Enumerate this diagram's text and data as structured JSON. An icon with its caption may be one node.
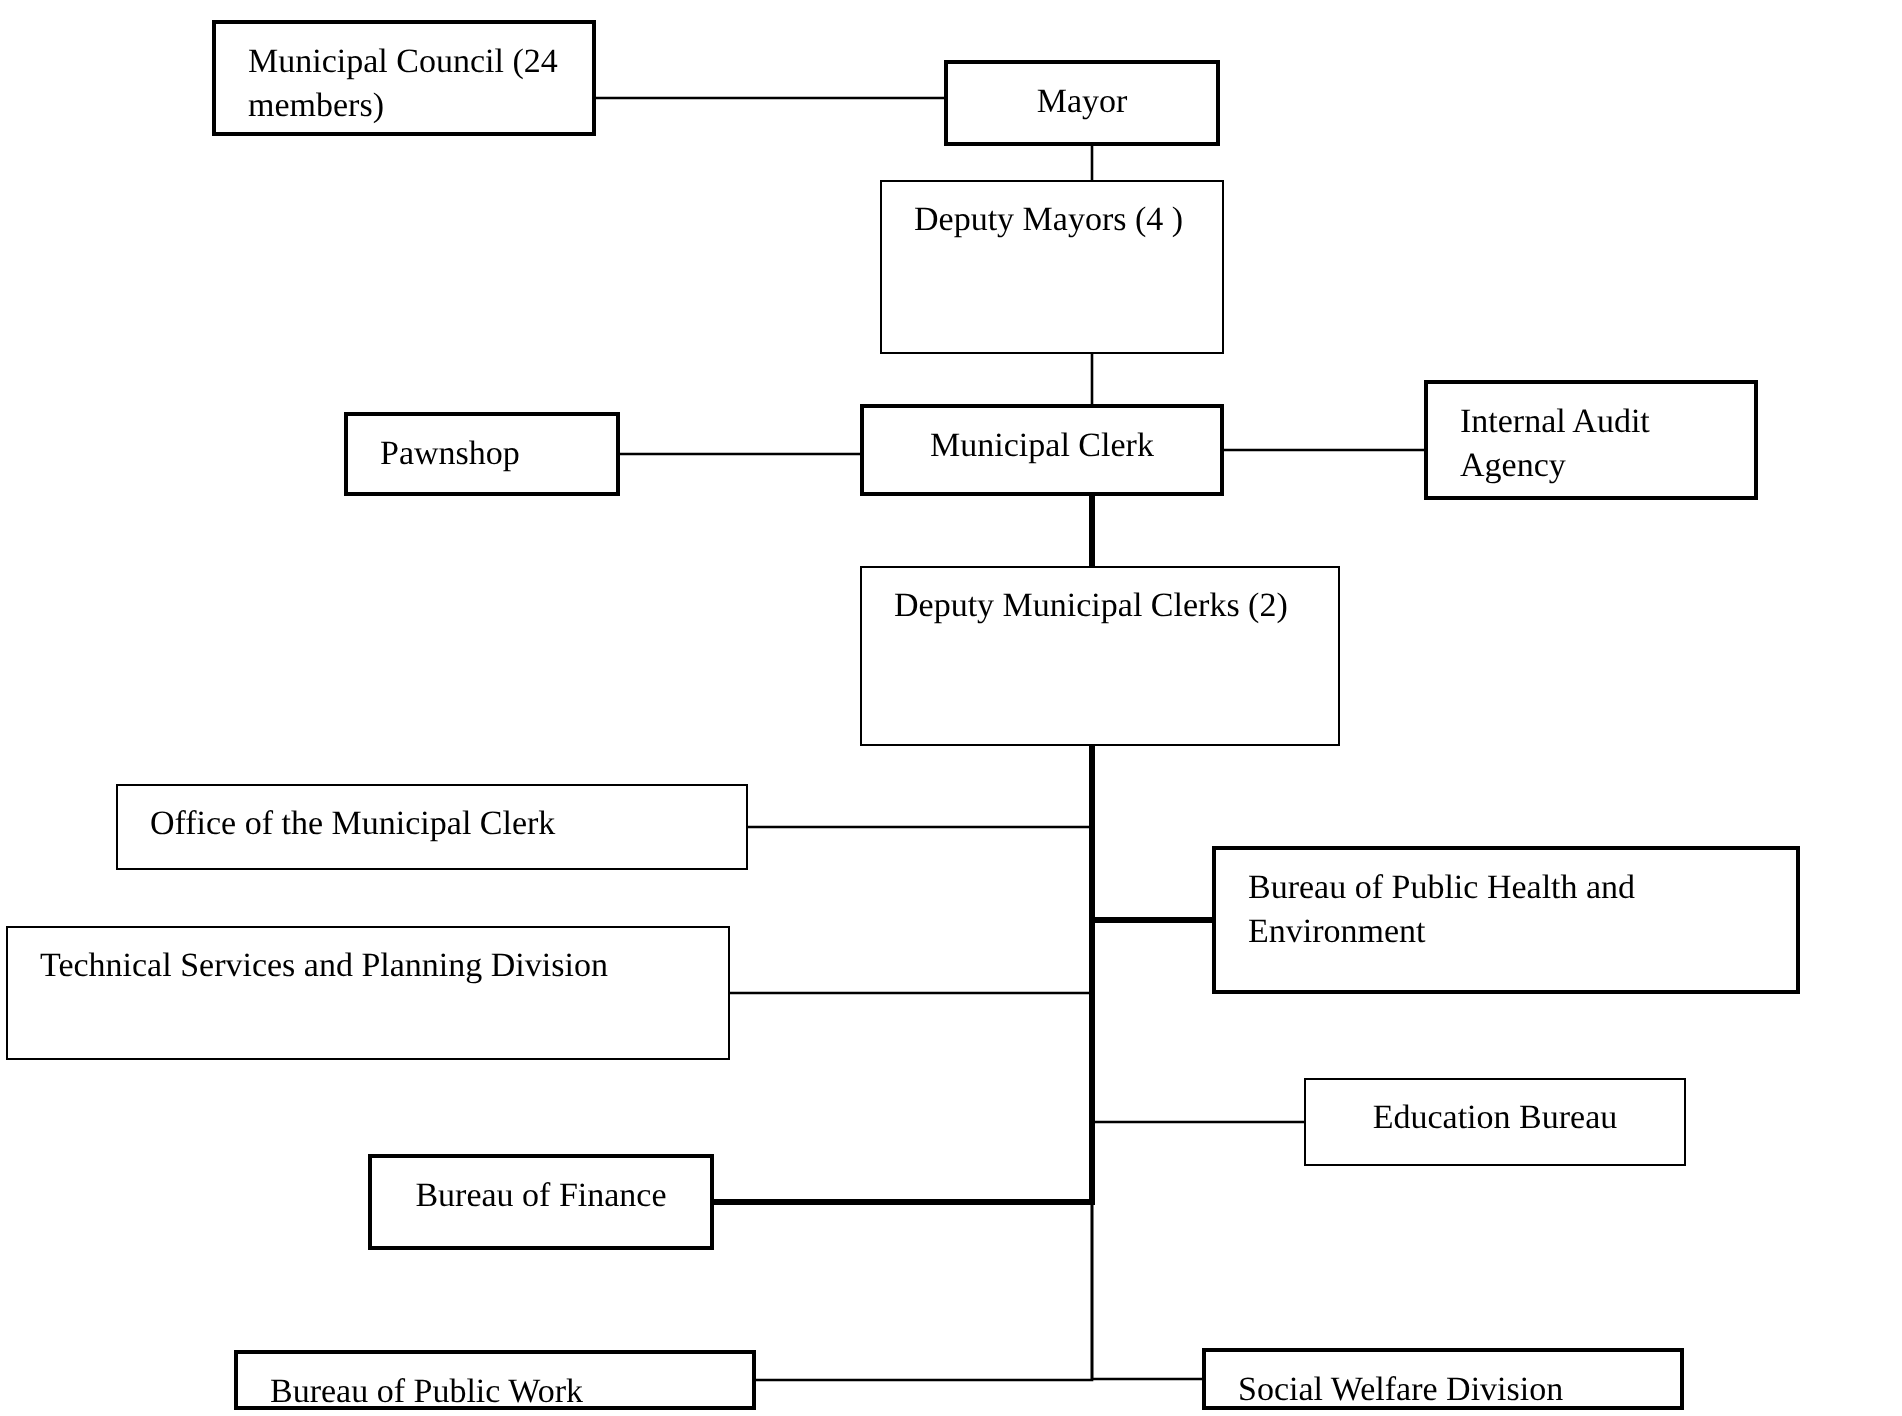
{
  "diagram": {
    "nodes": [
      {
        "text": [
          "Municipal Council (24 members)"
        ]
      },
      {
        "text": [
          "Mayor"
        ]
      },
      {
        "text": [
          "Deputy Mayors (4 )"
        ]
      },
      {
        "text": [
          "Pawnshop"
        ]
      },
      {
        "text": [
          "Municipal Clerk"
        ]
      },
      {
        "text": [
          "Internal Audit Agency"
        ]
      },
      {
        "text": [
          "Deputy Municipal Clerks (2)"
        ]
      },
      {
        "text": [
          "Office of the Municipal Clerk"
        ]
      },
      {
        "text": [
          "Bureau of Public Health and Environment"
        ]
      },
      {
        "text": [
          "Technical Services and Planning Division"
        ]
      },
      {
        "text": [
          "Education Bureau"
        ]
      },
      {
        "text": [
          "Bureau of Finance"
        ]
      },
      {
        "text": [
          "Bureau of Public Work"
        ]
      },
      {
        "text": [
          "Social Welfare Division"
        ]
      }
    ],
    "edges": [
      {
        "from": 0,
        "to": 1,
        "arrow": "none"
      },
      {
        "from": 1,
        "to": 2,
        "arrow": "none"
      },
      {
        "from": 2,
        "to": 4,
        "arrow": "none"
      },
      {
        "from": 4,
        "to": 3,
        "arrow": "none"
      },
      {
        "from": 4,
        "to": 5,
        "arrow": "none"
      },
      {
        "from": 4,
        "to": 6,
        "arrow": "none",
        "style": "thick"
      },
      {
        "from": 6,
        "to": 7,
        "arrow": "none"
      },
      {
        "from": 6,
        "to": 8,
        "arrow": "none",
        "style": "thick"
      },
      {
        "from": 6,
        "to": 9,
        "arrow": "none"
      },
      {
        "from": 6,
        "to": 10,
        "arrow": "none"
      },
      {
        "from": 6,
        "to": 11,
        "arrow": "none",
        "style": "thick"
      },
      {
        "from": 6,
        "to": 12,
        "arrow": "none"
      },
      {
        "from": 6,
        "to": 13,
        "arrow": "none"
      }
    ]
  }
}
